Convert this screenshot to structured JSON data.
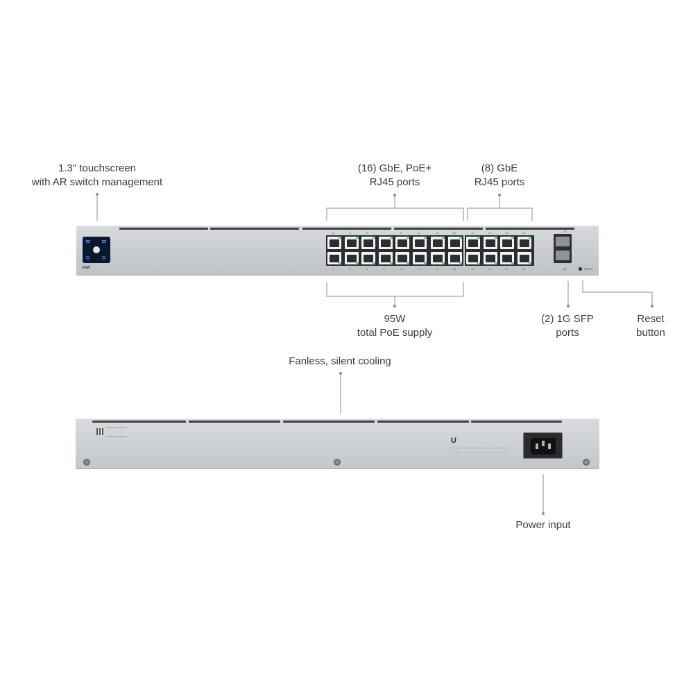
{
  "callouts": {
    "touchscreen": [
      "1.3\" touchscreen",
      "with AR switch management"
    ],
    "poe_ports": [
      "(16) GbE, PoE+",
      "RJ45 ports"
    ],
    "gbe_ports": [
      "(8) GbE",
      "RJ45 ports"
    ],
    "poe_supply": [
      "95W",
      "total PoE supply"
    ],
    "sfp_ports": [
      "(2) 1G SFP",
      "ports"
    ],
    "reset": [
      "Reset",
      "button"
    ],
    "cooling": "Fanless, silent cooling",
    "power": "Power input"
  },
  "device": {
    "front_logo": "USW",
    "reset_label": "RESET",
    "back_logo": "U",
    "port_numbers_top": [
      "1",
      "3",
      "5",
      "7",
      "9",
      "11",
      "13",
      "15",
      "17",
      "19",
      "21",
      "23"
    ],
    "port_numbers_bottom": [
      "2",
      "4",
      "6",
      "8",
      "10",
      "12",
      "14",
      "16",
      "18",
      "20",
      "22",
      "24"
    ],
    "sfp_numbers": [
      "25",
      "26"
    ]
  },
  "colors": {
    "chassis": "#c8cbcf",
    "port_block": "#2b2d30",
    "led_active": "#49d16b",
    "screen": "#0b1730",
    "line": "#8c8c8c"
  }
}
